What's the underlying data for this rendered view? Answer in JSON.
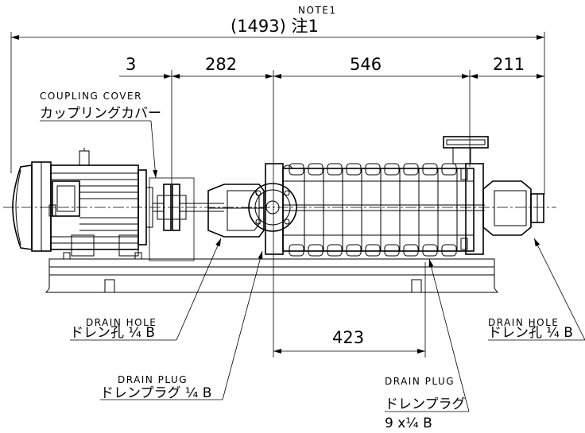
{
  "dimensions": {
    "overall_note": "NOTE1",
    "overall": "(1493) 注1",
    "d3": "3",
    "d282": "282",
    "d546": "546",
    "d211": "211",
    "d423": "423"
  },
  "labels": {
    "coupling_cover_en": "COUPLING COVER",
    "coupling_cover_jp": "カップリングカバー",
    "drain_hole_left_en": "DRAIN HOLE",
    "drain_hole_left_jp": "ドレン孔 ¼ B",
    "drain_plug_left_en": "DRAIN PLUG",
    "drain_plug_left_jp": "ドレンプラグ ¼ B",
    "drain_plug_right_en": "DRAIN PLUG",
    "drain_plug_right_jp": "ドレンプラグ",
    "drain_plug_right_qty": "9 x¼ B",
    "drain_hole_right_en": "DRAIN HOLE",
    "drain_hole_right_jp": "ドレン孔 ¼ B"
  }
}
